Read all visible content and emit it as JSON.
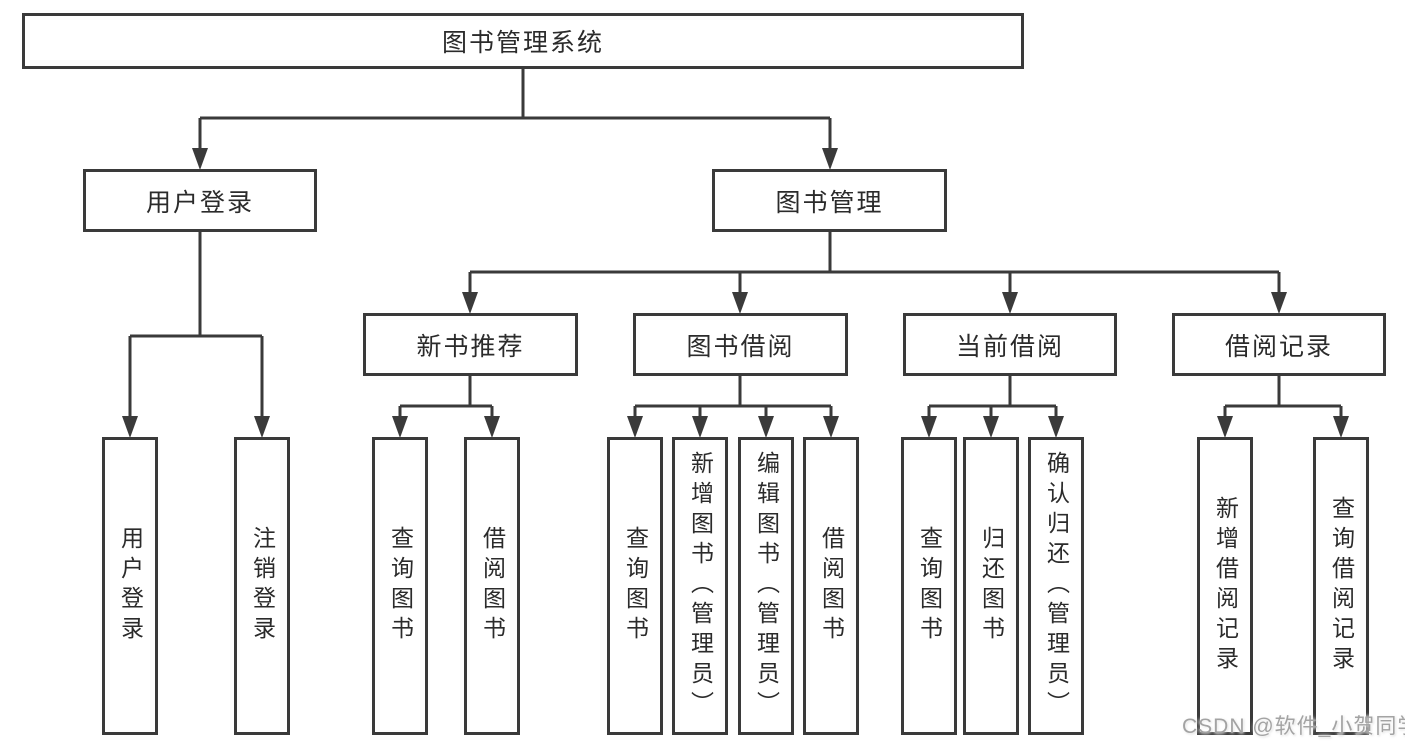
{
  "tree": {
    "label": "图书管理系统",
    "children": [
      {
        "label": "用户登录",
        "children": [
          {
            "label": "用户登录"
          },
          {
            "label": "注销登录"
          }
        ]
      },
      {
        "label": "图书管理",
        "children": [
          {
            "label": "新书推荐",
            "children": [
              {
                "label": "查询图书"
              },
              {
                "label": "借阅图书"
              }
            ]
          },
          {
            "label": "图书借阅",
            "children": [
              {
                "label": "查询图书"
              },
              {
                "label": "新增图书（管理员）"
              },
              {
                "label": "编辑图书（管理员）"
              },
              {
                "label": "借阅图书"
              }
            ]
          },
          {
            "label": "当前借阅",
            "children": [
              {
                "label": "查询图书"
              },
              {
                "label": "归还图书"
              },
              {
                "label": "确认归还（管理员）"
              }
            ]
          },
          {
            "label": "借阅记录",
            "children": [
              {
                "label": "新增借阅记录"
              },
              {
                "label": "查询借阅记录"
              }
            ]
          }
        ]
      }
    ]
  },
  "watermark": {
    "text": "CSDN @软件_小贺同学"
  },
  "colors": {
    "line": "#3a3a3a",
    "box_fill": "#ffffff",
    "text": "#2b2b2b",
    "watermark": "#a3a3a3"
  }
}
